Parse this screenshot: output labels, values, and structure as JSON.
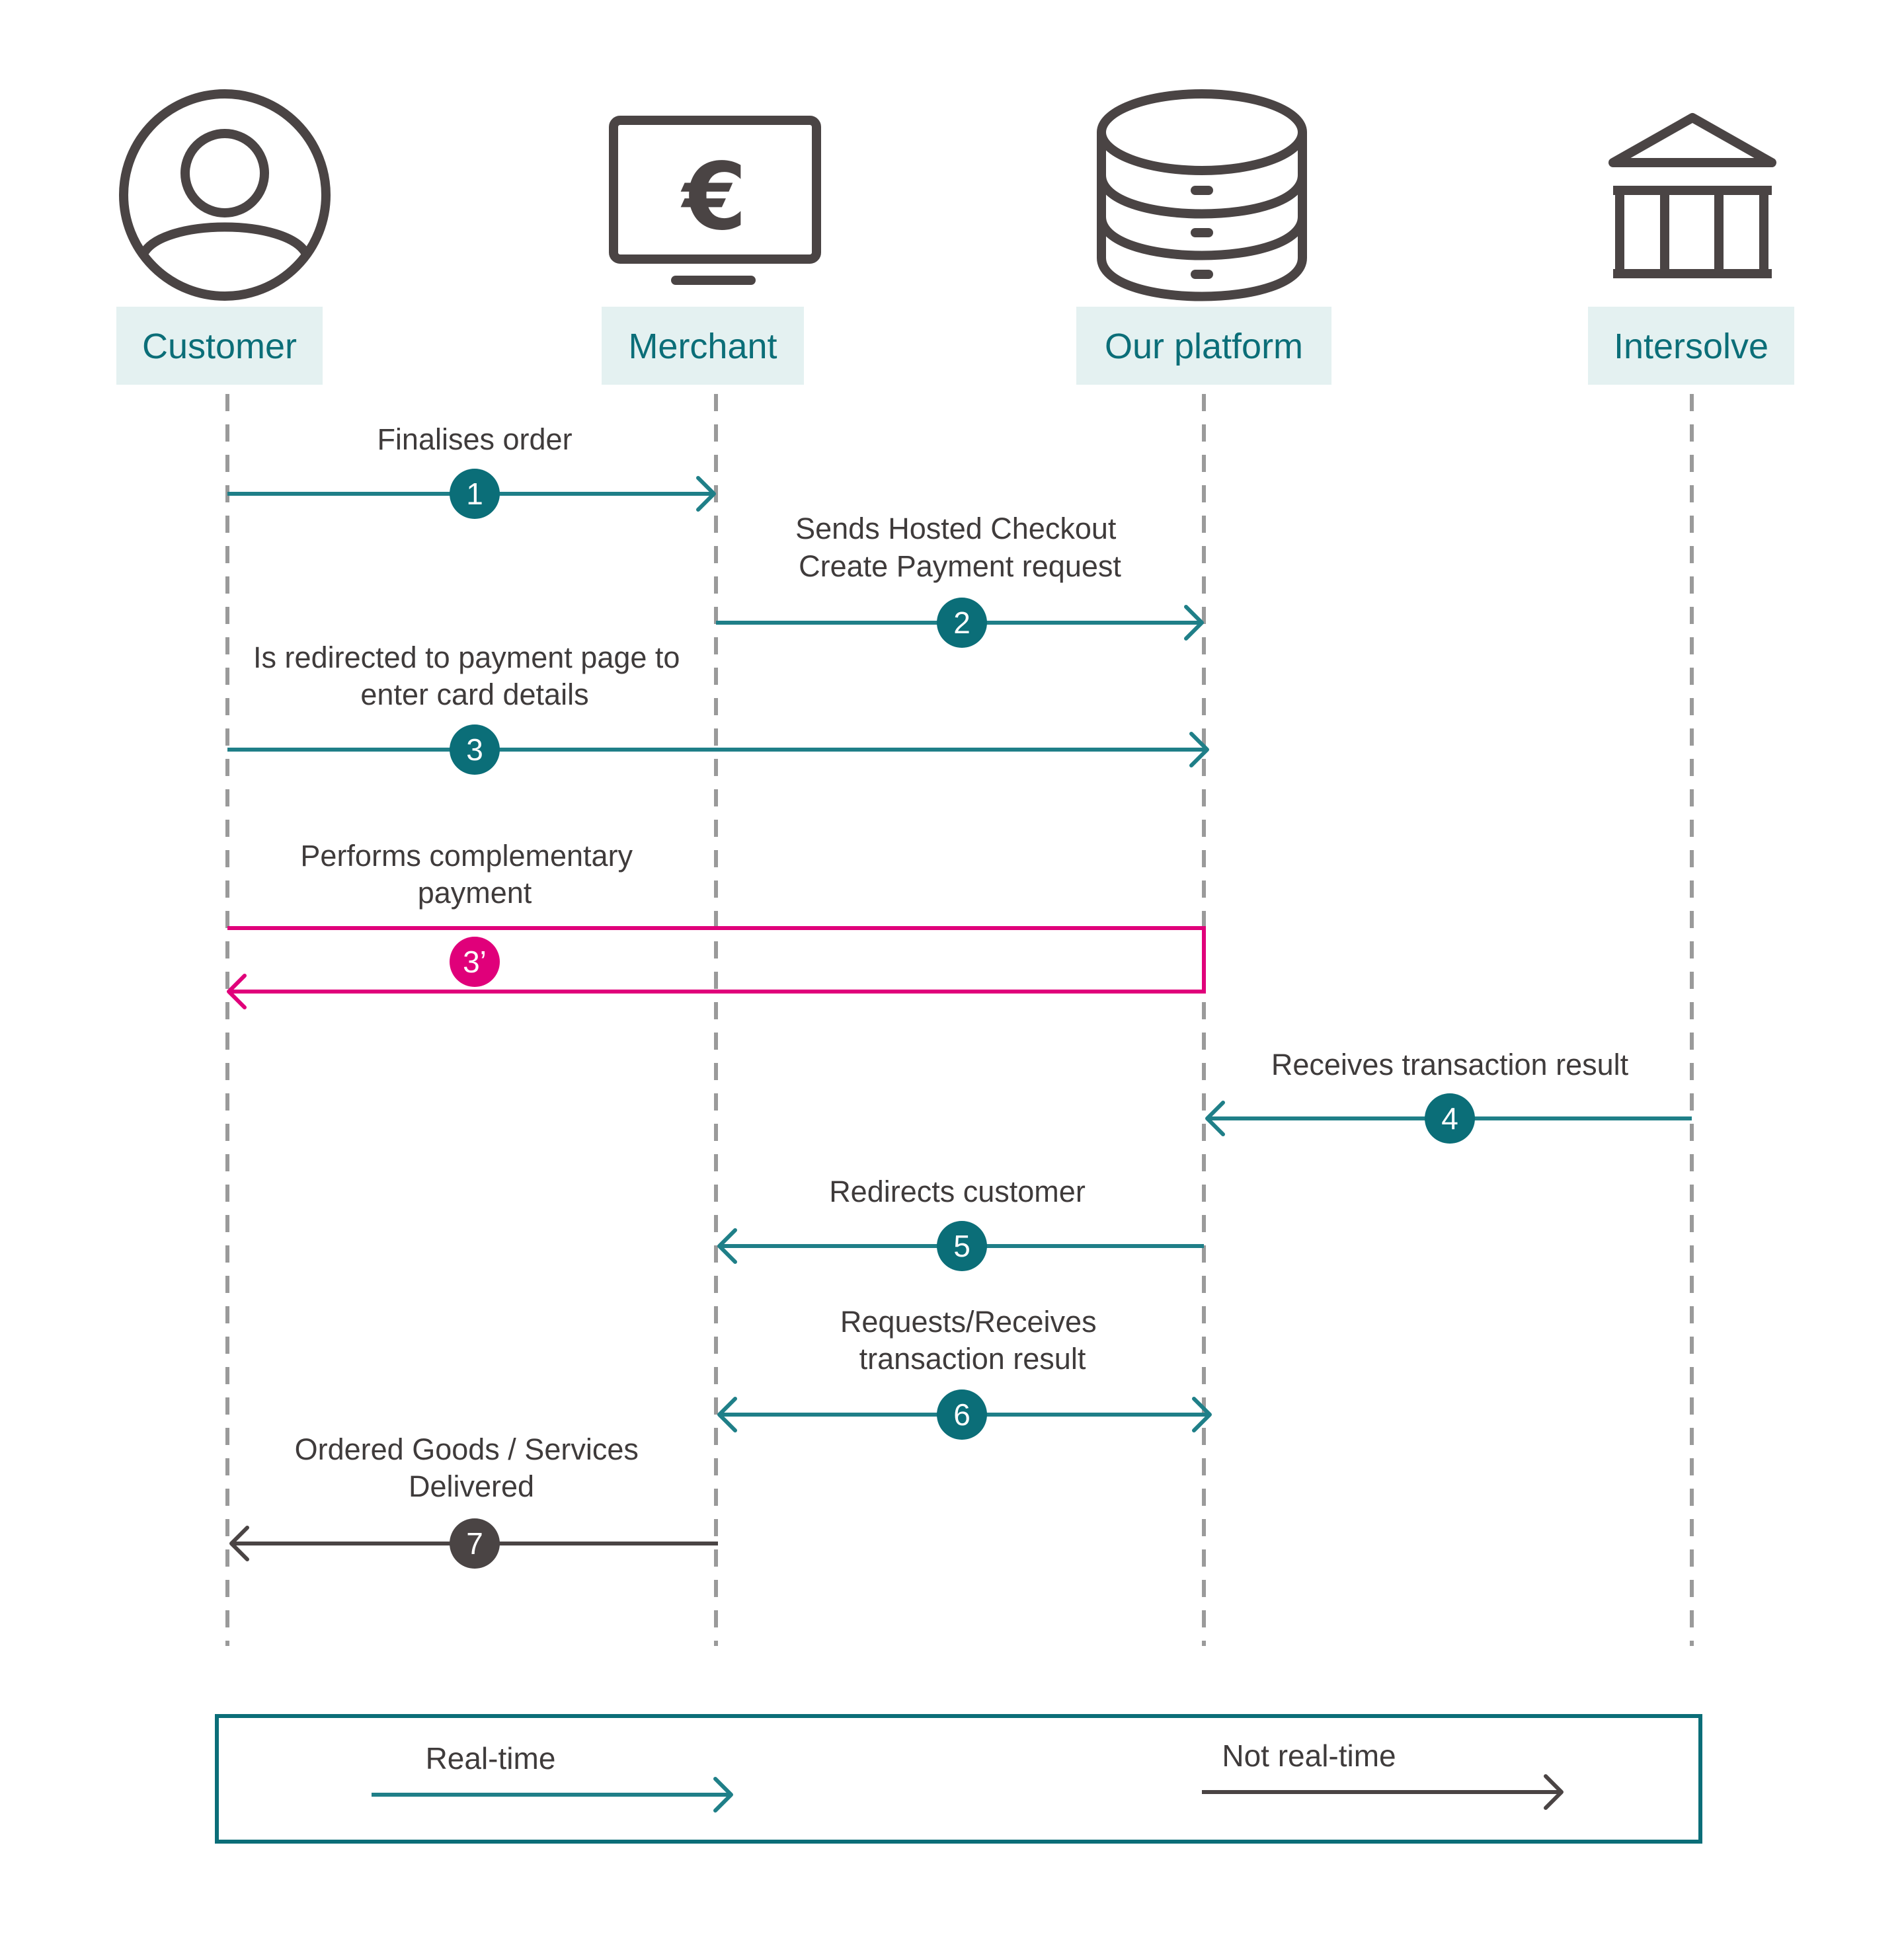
{
  "colors": {
    "teal": "#0b6e78",
    "teal_arrow": "#1f7f88",
    "magenta": "#e0007a",
    "dark": "#4a4444",
    "label_bg": "#e4f1f1",
    "lifeline": "#9a9a9a"
  },
  "actors": [
    {
      "name": "Customer",
      "icon": "user-icon"
    },
    {
      "name": "Merchant",
      "icon": "monitor-euro-icon"
    },
    {
      "name": "Our platform",
      "icon": "database-icon"
    },
    {
      "name": "Intersolve",
      "icon": "bank-icon"
    }
  ],
  "steps": [
    {
      "number": "1",
      "label_lines": [
        "Finalises order"
      ],
      "from": "Customer",
      "to": "Merchant",
      "kind": "real-time"
    },
    {
      "number": "2",
      "label_lines": [
        "Sends Hosted Checkout",
        "Create Payment request"
      ],
      "from": "Merchant",
      "to": "Our platform",
      "kind": "real-time"
    },
    {
      "number": "3",
      "label_lines": [
        "Is redirected to payment page to",
        "enter card details"
      ],
      "from": "Customer",
      "to": "Our platform",
      "kind": "real-time"
    },
    {
      "number": "3’",
      "label_lines": [
        "Performs complementary",
        "payment"
      ],
      "from": "Customer",
      "to": "Customer",
      "kind": "loop"
    },
    {
      "number": "4",
      "label_lines": [
        "Receives transaction result"
      ],
      "from": "Intersolve",
      "to": "Our platform",
      "kind": "real-time"
    },
    {
      "number": "5",
      "label_lines": [
        "Redirects customer"
      ],
      "from": "Our platform",
      "to": "Merchant",
      "kind": "real-time"
    },
    {
      "number": "6",
      "label_lines": [
        "Requests/Receives",
        "transaction result"
      ],
      "from": "Merchant",
      "to": "Our platform",
      "kind": "bidirectional"
    },
    {
      "number": "7",
      "label_lines": [
        "Ordered Goods / Services",
        "Delivered"
      ],
      "from": "Merchant",
      "to": "Customer",
      "kind": "not-real-time"
    }
  ],
  "legend": {
    "real_time": "Real-time",
    "not_real_time": "Not real-time"
  }
}
